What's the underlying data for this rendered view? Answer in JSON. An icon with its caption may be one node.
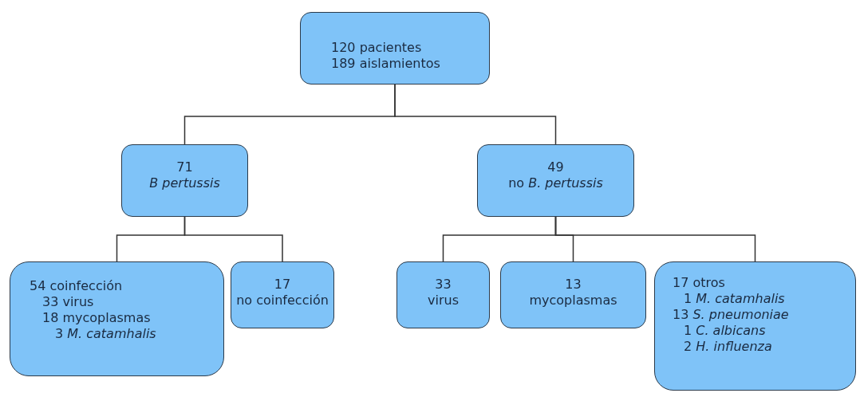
{
  "diagram": {
    "nodes": [
      {
        "text": [
          "120 pacientes",
          "189 aislamientos"
        ]
      },
      {
        "text": [
          "71",
          "B pertussis"
        ]
      },
      {
        "text": [
          "49",
          "no *B. pertussis*"
        ]
      },
      {
        "text": [
          "54 coinfección",
          "33 virus",
          "18 mycoplasmas",
          "3 *M. catamhalis*"
        ]
      },
      {
        "text": [
          "17",
          "no coinfección"
        ]
      },
      {
        "text": [
          "33",
          "virus"
        ]
      },
      {
        "text": [
          "13",
          "mycoplasmas"
        ]
      },
      {
        "text": [
          "17 otros",
          "1 *M. catamhalis*",
          "13 *S. pneumoniae*",
          "1 *C. albicans*",
          "2 *H. influenza*"
        ]
      }
    ],
    "edges": [
      {
        "from": 0,
        "to": 1,
        "arrow": "none"
      },
      {
        "from": 0,
        "to": 2,
        "arrow": "none"
      },
      {
        "from": 1,
        "to": 3,
        "arrow": "none"
      },
      {
        "from": 1,
        "to": 4,
        "arrow": "none"
      },
      {
        "from": 2,
        "to": 5,
        "arrow": "none"
      },
      {
        "from": 2,
        "to": 6,
        "arrow": "none"
      },
      {
        "from": 2,
        "to": 7,
        "arrow": "none"
      }
    ]
  }
}
